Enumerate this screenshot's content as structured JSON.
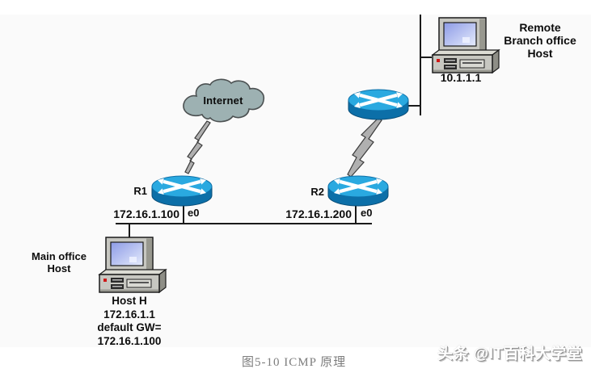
{
  "diagram": {
    "internet_label": "Internet",
    "routers": {
      "r1": {
        "name": "R1",
        "ip": "172.16.1.100",
        "interface": "e0"
      },
      "r2": {
        "name": "R2",
        "ip": "172.16.1.200",
        "interface": "e0"
      }
    },
    "main_host": {
      "role_line1": "Main office",
      "role_line2": "Host",
      "name": "Host H",
      "ip": "172.16.1.1",
      "gw_label": "default GW=",
      "gw_ip": "172.16.1.100"
    },
    "remote_host": {
      "ip": "10.1.1.1",
      "role_line1": "Remote",
      "role_line2": "Branch office",
      "role_line3": "Host"
    }
  },
  "caption": {
    "text": "图5-10 ICMP 原理"
  },
  "watermark": {
    "text": "头条 @IT百科大学堂"
  },
  "colors": {
    "router_top": "#2aa9e0",
    "router_side": "#0c6fa8",
    "cloud_fill": "#9db1b2",
    "cloud_stroke": "#4c5152",
    "wire": "#1a1a1a",
    "bolt_fill": "#b0b0b0",
    "screen_blue": "#96a4ea",
    "caption_gray": "#7d7d7d"
  }
}
